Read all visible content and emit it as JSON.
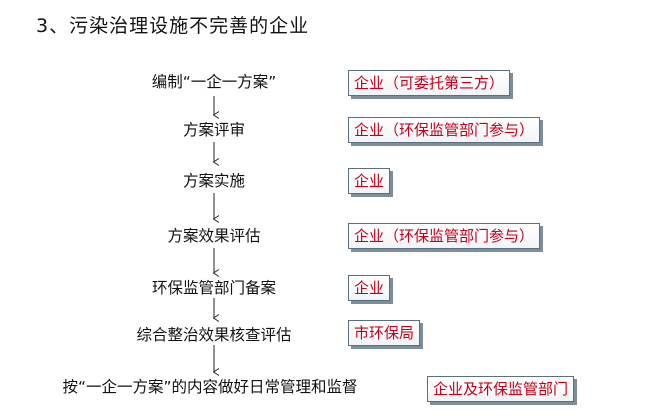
{
  "title": "3、污染治理设施不完善的企业",
  "steps": [
    {
      "label": "编制“一企一方案”",
      "responsible": "企业（可委托第三方）"
    },
    {
      "label": "方案评审",
      "responsible": "企业（环保监管部门参与）"
    },
    {
      "label": "方案实施",
      "responsible": "企业"
    },
    {
      "label": "方案效果评估",
      "responsible": "企业（环保监管部门参与）"
    },
    {
      "label": "环保监管部门备案",
      "responsible": "企业"
    },
    {
      "label": "综合整治效果核查评估",
      "responsible": "市环保局"
    },
    {
      "label": "按“一企一方案”的内容做好日常管理和监督",
      "responsible": "企业及环保监管部门"
    }
  ]
}
